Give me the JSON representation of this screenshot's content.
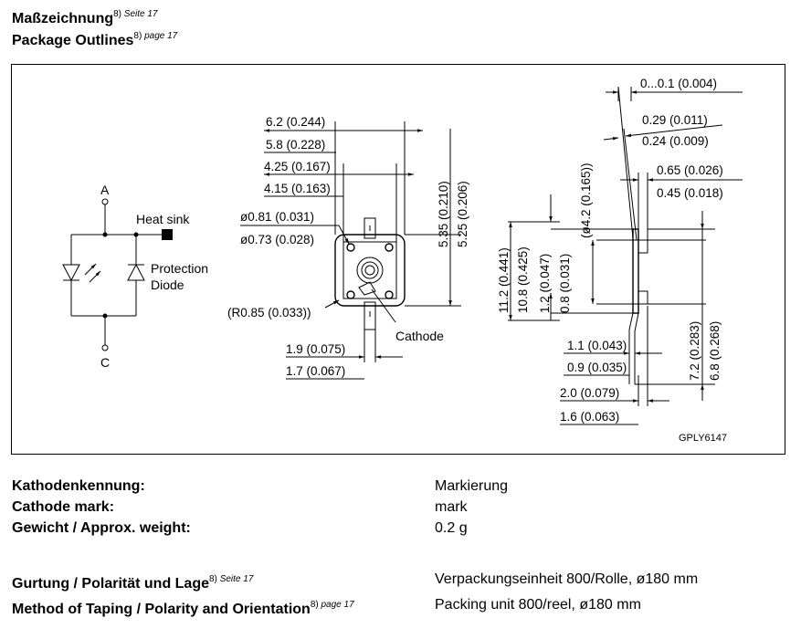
{
  "header": {
    "title_de": "Maßzeichnung",
    "title_de_ref": "8)",
    "title_de_ref_page": "Seite 17",
    "title_en": "Package Outlines",
    "title_en_ref": "8)",
    "title_en_ref_page": "page 17"
  },
  "figure": {
    "circuit": {
      "anode": "A",
      "cathode": "C",
      "heat_sink": "Heat sink",
      "protection": "Protection",
      "diode": "Diode"
    },
    "front": {
      "d1a": "6.2 (0.244)",
      "d1b": "5.8 (0.228)",
      "d2a": "4.25 (0.167)",
      "d2b": "4.15 (0.163)",
      "d3a": "ø0.81 (0.031)",
      "d3b": "ø0.73 (0.028)",
      "d4": "(R0.85 (0.033))",
      "cathode": "Cathode",
      "d5a": "1.9 (0.075)",
      "d5b": "1.7 (0.067)",
      "v1a": "5.35 (0.210)",
      "v1b": "5.25 (0.206)"
    },
    "side": {
      "t1": "0...0.1 (0.004)",
      "t2a": "0.29 (0.011)",
      "t2b": "0.24 (0.009)",
      "t3a": "0.65 (0.026)",
      "t3b": "0.45 (0.018)",
      "v_phi": "(ø4.2 (0.165))",
      "v1a": "11.2 (0.441)",
      "v1b": "10.8 (0.425)",
      "v2a": "1.2 (0.047)",
      "v2b": "0.8 (0.031)",
      "b1a": "1.1 (0.043)",
      "b1b": "0.9 (0.035)",
      "b2a": "2.0 (0.079)",
      "b2b": "1.6 (0.063)",
      "r1a": "7.2 (0.283)",
      "r1b": "6.8 (0.268)"
    },
    "code": "GPLY6147"
  },
  "specs": [
    {
      "label": "Kathodenkennung:",
      "value": "Markierung"
    },
    {
      "label": "Cathode mark:",
      "value": "mark"
    },
    {
      "label": "Gewicht / Approx. weight:",
      "value": "0.2 g"
    }
  ],
  "taping": {
    "label_de": "Gurtung / Polarität und Lage",
    "label_de_ref": "8)",
    "label_de_page": "Seite 17",
    "label_en": "Method of Taping / Polarity and Orientation",
    "label_en_ref": "8)",
    "label_en_page": "page 17",
    "value_de": "Verpackungseinheit 800/Rolle, ø180 mm",
    "value_en": "Packing unit 800/reel, ø180 mm"
  }
}
